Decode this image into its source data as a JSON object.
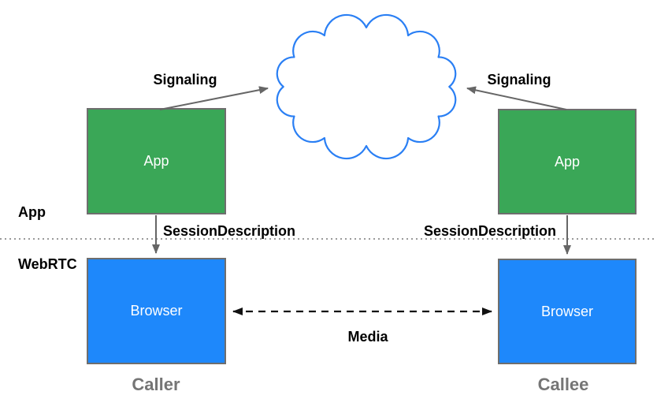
{
  "diagram": {
    "layers": {
      "app_label": "App",
      "webrtc_label": "WebRTC"
    },
    "nodes": {
      "caller_app": "App",
      "callee_app": "App",
      "caller_browser": "Browser",
      "callee_browser": "Browser"
    },
    "edges": {
      "signaling_left": "Signaling",
      "signaling_right": "Signaling",
      "session_description_left": "SessionDescription",
      "session_description_right": "SessionDescription",
      "media": "Media"
    },
    "roles": {
      "caller": "Caller",
      "callee": "Callee"
    }
  },
  "colors": {
    "app-box": "#3aa757",
    "browser-box": "#1e88fb",
    "cloud-stroke": "#2a7ff4",
    "box-border": "#6e6e6e",
    "arrow": "#666666",
    "media-arrow": "#111111",
    "divider": "#9a9a9a",
    "role-label": "#757575",
    "label": "#000000"
  }
}
